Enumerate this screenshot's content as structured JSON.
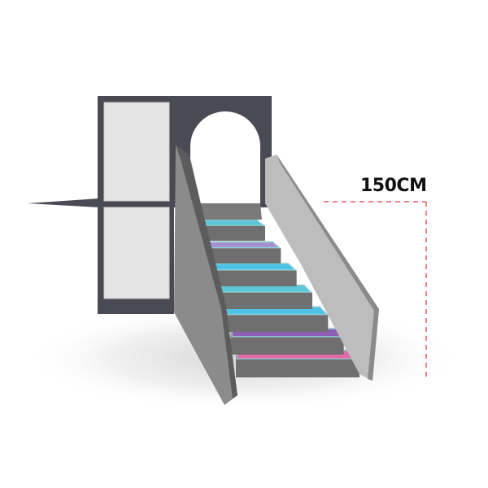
{
  "diagram": {
    "height_label": "150CM"
  },
  "colors": {
    "frame": "#4a4a55",
    "panel": "#e4e4e4",
    "sidewall_left": "#8b8b8b",
    "sidewall_right": "#bdbdbd",
    "tread": "#9a9a9a",
    "riser": "#6f6f6f",
    "landing": "#808080",
    "dimension_line": "#e55a5a"
  },
  "steps": [
    {
      "name": "step-1",
      "color": "#e26aa7"
    },
    {
      "name": "step-2",
      "color": "#8f5fb3"
    },
    {
      "name": "step-3",
      "color": "#4fc1e4"
    },
    {
      "name": "step-4",
      "color": "#5cc6d6"
    },
    {
      "name": "step-5",
      "color": "#4fc1e4"
    },
    {
      "name": "step-6",
      "color": "#a88fd0"
    },
    {
      "name": "step-7",
      "color": "#5cc6d6"
    }
  ]
}
